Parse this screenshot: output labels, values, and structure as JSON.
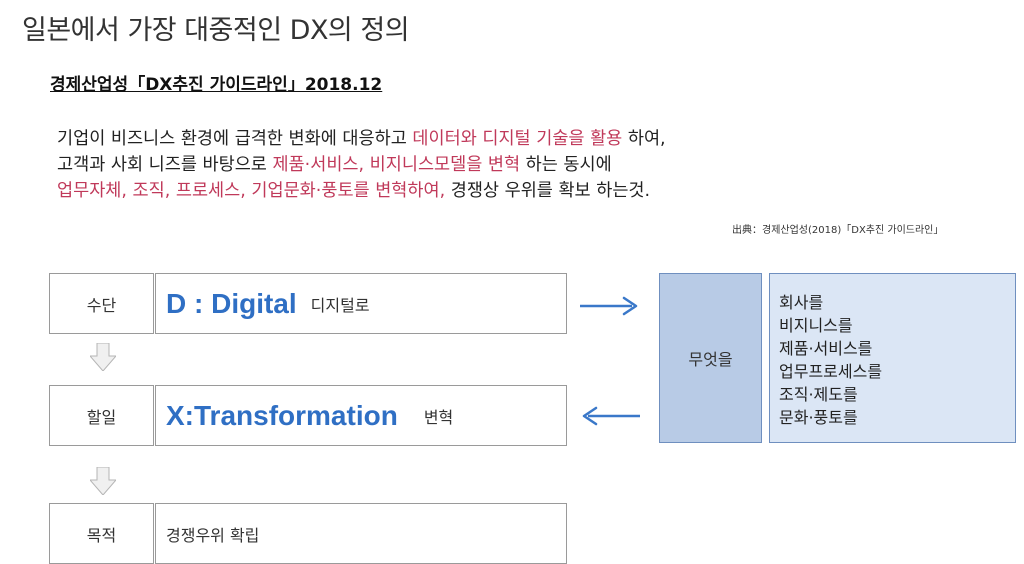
{
  "title": "일본에서 가장 대중적인 DX의 정의",
  "subtitle": "경제산업성「DX추진 가이드라인」2018.12",
  "definition": {
    "line1": [
      {
        "text": "기업이 비즈니스 환경에 급격한 변화에 대응하고 ",
        "hl": false
      },
      {
        "text": "데이터와 디지털 기술을 활용",
        "hl": true
      },
      {
        "text": " 하여,",
        "hl": false
      }
    ],
    "line2": [
      {
        "text": "고객과 사회 니즈를 바탕으로 ",
        "hl": false
      },
      {
        "text": "제품·서비스, 비지니스모델을 변혁",
        "hl": true
      },
      {
        "text": " 하는 동시에",
        "hl": false
      }
    ],
    "line3": [
      {
        "text": "업무자체, 조직, 프로세스, 기업문화·풍토를 변혁하여,",
        "hl": true
      },
      {
        "text": " 경쟁상 우위를 확보 하는것.",
        "hl": false
      }
    ]
  },
  "source": "出典：경제산업성(2018)「DX추진 가이드라인」",
  "rows": {
    "means": {
      "label": "수단",
      "big": "D : Digital",
      "small": "디지털로"
    },
    "todo": {
      "label": "할일",
      "big": "X:Transformation",
      "small": "변혁"
    },
    "goal": {
      "label": "목적",
      "text": "경쟁우위 확립"
    }
  },
  "what": "무엇을",
  "targets": [
    "회사를",
    "비지니스를",
    "제품·서비스를",
    "업무프로세스를",
    "조직·제도를",
    "문화·풍토를"
  ],
  "colors": {
    "highlight": "#c0395a",
    "accent_blue": "#2f6fc4",
    "box_dark_blue": "#b8cbe6",
    "box_light_blue": "#dbe6f5",
    "arrow_blue": "#3a78c9"
  }
}
